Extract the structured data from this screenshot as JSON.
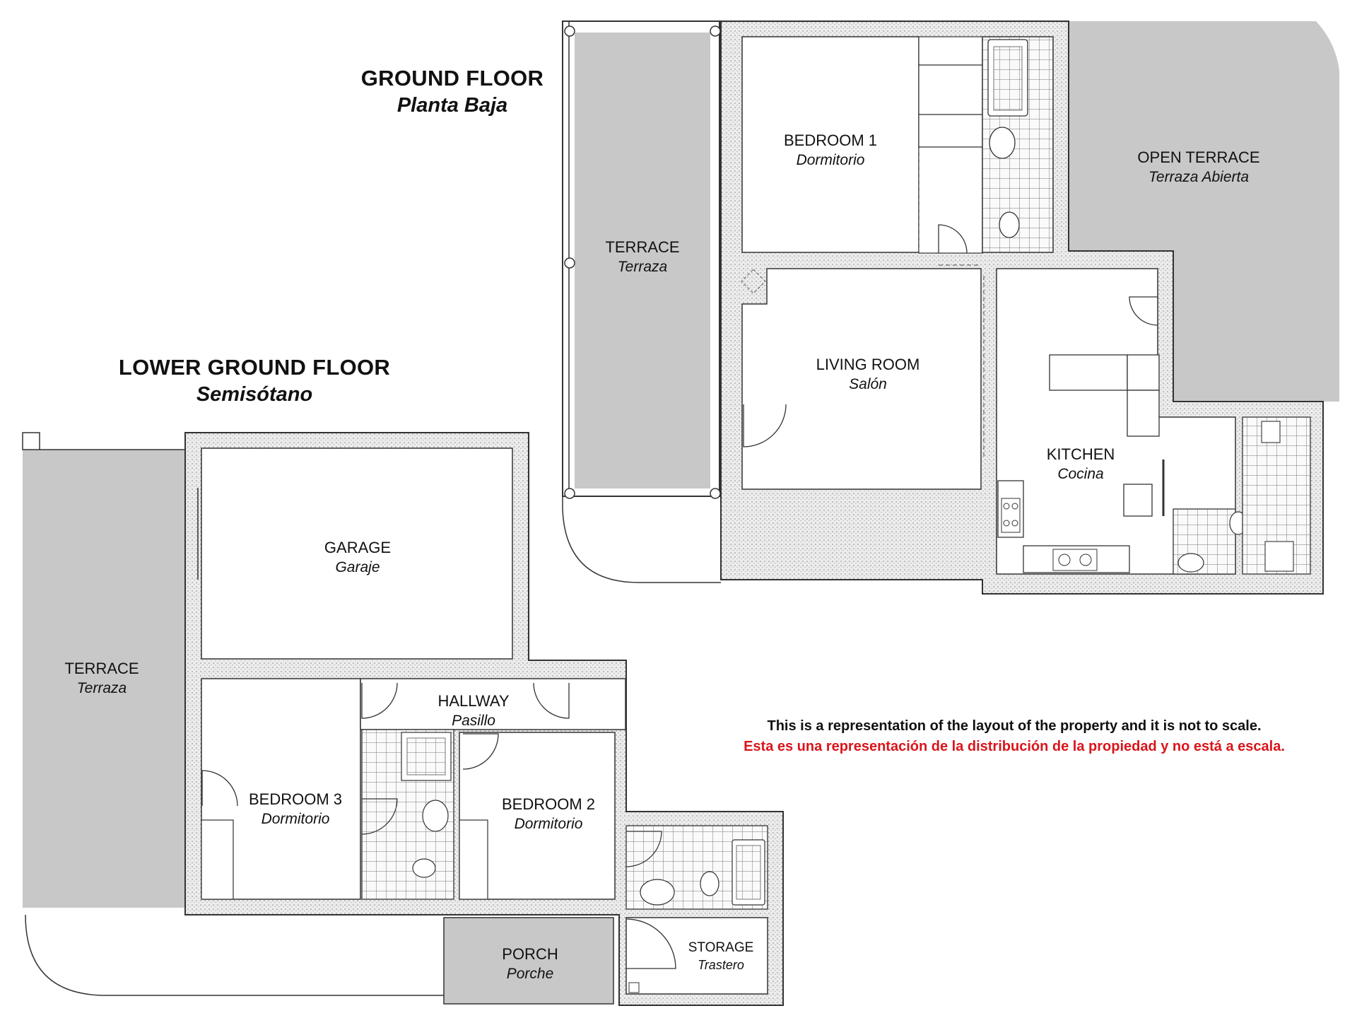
{
  "titles": {
    "ground_floor": {
      "en": "GROUND FLOOR",
      "es": "Planta Baja"
    },
    "lower_ground_floor": {
      "en": "LOWER GROUND FLOOR",
      "es": "Semisótano"
    }
  },
  "rooms": {
    "bedroom1": {
      "en": "BEDROOM 1",
      "es": "Dormitorio"
    },
    "terrace_ground": {
      "en": "TERRACE",
      "es": "Terraza"
    },
    "open_terrace": {
      "en": "OPEN TERRACE",
      "es": "Terraza Abierta"
    },
    "living_room": {
      "en": "LIVING ROOM",
      "es": "Salón"
    },
    "kitchen": {
      "en": "KITCHEN",
      "es": "Cocina"
    },
    "garage": {
      "en": "GARAGE",
      "es": "Garaje"
    },
    "terrace_lower": {
      "en": "TERRACE",
      "es": "Terraza"
    },
    "hallway": {
      "en": "HALLWAY",
      "es": "Pasillo"
    },
    "bedroom3": {
      "en": "BEDROOM 3",
      "es": "Dormitorio"
    },
    "bedroom2": {
      "en": "BEDROOM 2",
      "es": "Dormitorio"
    },
    "porch": {
      "en": "PORCH",
      "es": "Porche"
    },
    "storage": {
      "en": "STORAGE",
      "es": "Trastero"
    }
  },
  "disclaimer": {
    "en": "This is a representation of the layout of the property and it is not to scale.",
    "es": "Esta es una representación de la distribución de la propiedad y no está a escala."
  },
  "colors": {
    "terrace_fill": "#c8c8c8",
    "wall": "#333333",
    "wall_fill": "#ececec",
    "tile_line": "#777777",
    "disclaimer_red": "#d9151b"
  }
}
